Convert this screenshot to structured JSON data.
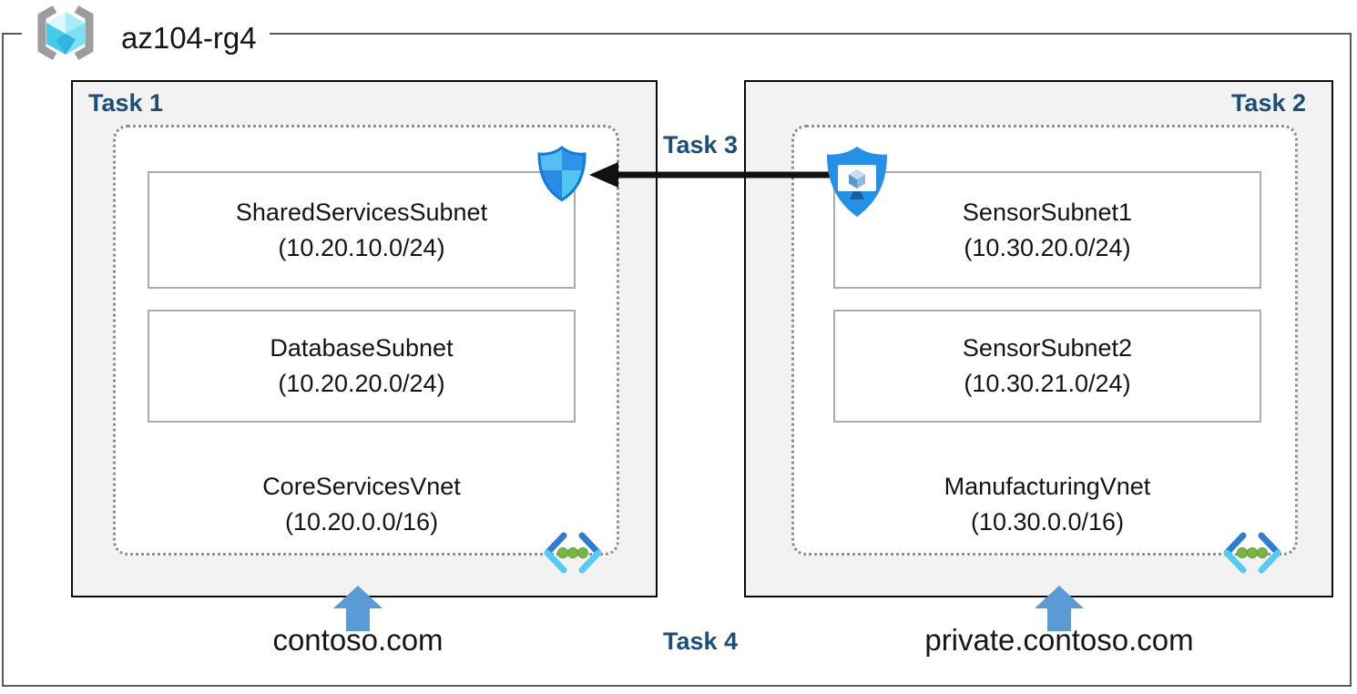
{
  "resource_group": {
    "name": "az104-rg4"
  },
  "left": {
    "task_label": "Task 1",
    "subnets": [
      {
        "name": "SharedServicesSubnet",
        "cidr": "(10.20.10.0/24)"
      },
      {
        "name": "DatabaseSubnet",
        "cidr": "(10.20.20.0/24)"
      }
    ],
    "vnet": {
      "name": "CoreServicesVnet",
      "cidr": "(10.20.0.0/16)"
    },
    "dns_zone": "contoso.com"
  },
  "right": {
    "task_label": "Task 2",
    "subnets": [
      {
        "name": "SensorSubnet1",
        "cidr": "(10.30.20.0/24)"
      },
      {
        "name": "SensorSubnet2",
        "cidr": "(10.30.21.0/24)"
      }
    ],
    "vnet": {
      "name": "ManufacturingVnet",
      "cidr": "(10.30.0.0/16)"
    },
    "dns_zone": "private.contoso.com"
  },
  "connection": {
    "label": "Task 3"
  },
  "dns_task": {
    "label": "Task 4"
  },
  "icons": {
    "resource_group": "resource-group-icon",
    "security_shield": "security-shield-icon",
    "bastion": "bastion-shield-icon",
    "virtual_network": "virtual-network-icon",
    "dns_arrow": "up-arrow-icon"
  },
  "colors": {
    "task_label": "#1B4E79",
    "box_fill": "#F2F2F2",
    "box_border": "#0A0A0A",
    "outer_border": "#595959",
    "dashed_border": "#8F8F8F",
    "subnet_border": "#ABABAB",
    "dns_arrow": "#5B9BD5",
    "connection_arrow": "#111111",
    "azure_blue": "#2490E6",
    "cube_cyan": "#46CCEB",
    "dot_green": "#77B843"
  }
}
